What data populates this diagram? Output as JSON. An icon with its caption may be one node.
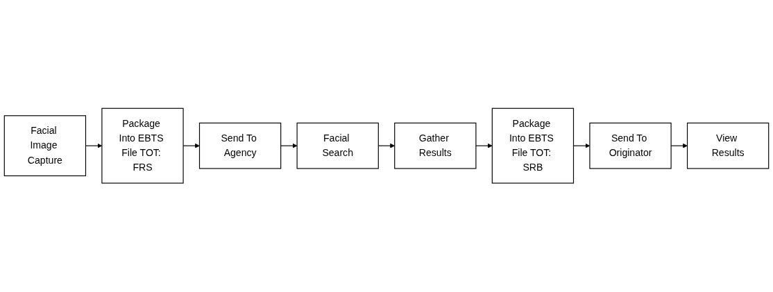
{
  "diagram": {
    "nodes": [
      {
        "text": [
          "Facial Image Capture"
        ]
      },
      {
        "text": [
          "Package Into EBTS File TOT: FRS"
        ]
      },
      {
        "text": [
          "Send To Agency"
        ]
      },
      {
        "text": [
          "Facial Search"
        ]
      },
      {
        "text": [
          "View Results"
        ]
      },
      {
        "text": [
          "Send To Originator"
        ]
      },
      {
        "text": [
          "Package Into EBTS File TOT: SRB"
        ]
      },
      {
        "text": [
          "Gather Results"
        ]
      }
    ],
    "edges": [
      {
        "from": 0,
        "to": 1,
        "arrow": "to"
      },
      {
        "from": 1,
        "to": 2,
        "arrow": "to"
      },
      {
        "from": 2,
        "to": 3,
        "arrow": "to"
      },
      {
        "from": 3,
        "to": 7,
        "arrow": "to"
      },
      {
        "from": 7,
        "to": 6,
        "arrow": "to"
      },
      {
        "from": 6,
        "to": 5,
        "arrow": "to"
      },
      {
        "from": 5,
        "to": 4,
        "arrow": "to"
      }
    ]
  }
}
